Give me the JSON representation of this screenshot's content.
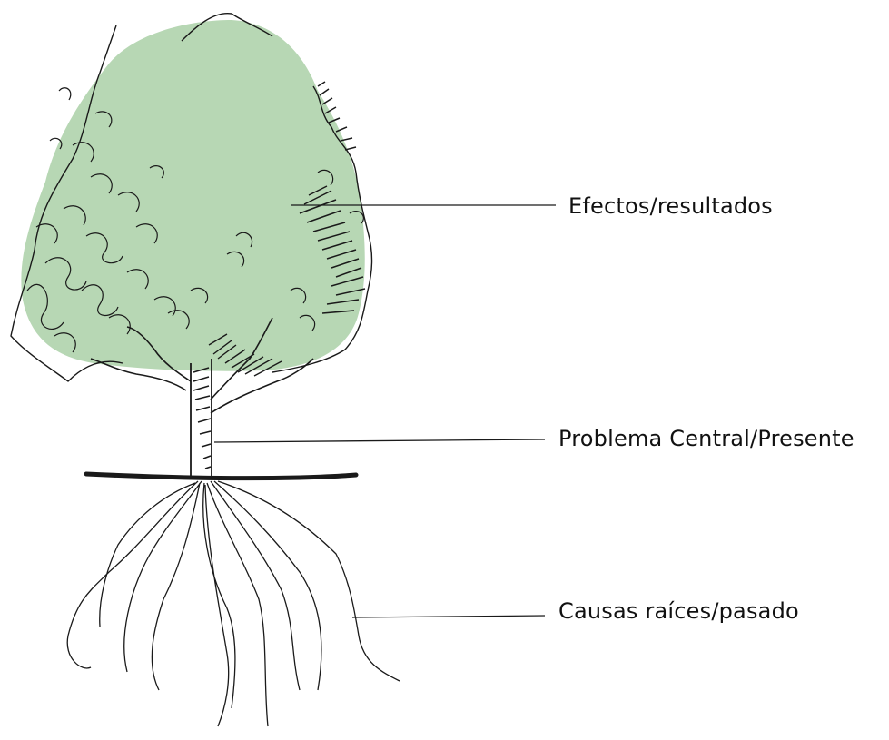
{
  "labels": {
    "effects": "Efectos/resultados",
    "problem": "Problema Central/Presente",
    "causes": "Causas raíces/pasado"
  },
  "colors": {
    "canopy": "#b7d7b4",
    "ink": "#1a1a1a"
  }
}
